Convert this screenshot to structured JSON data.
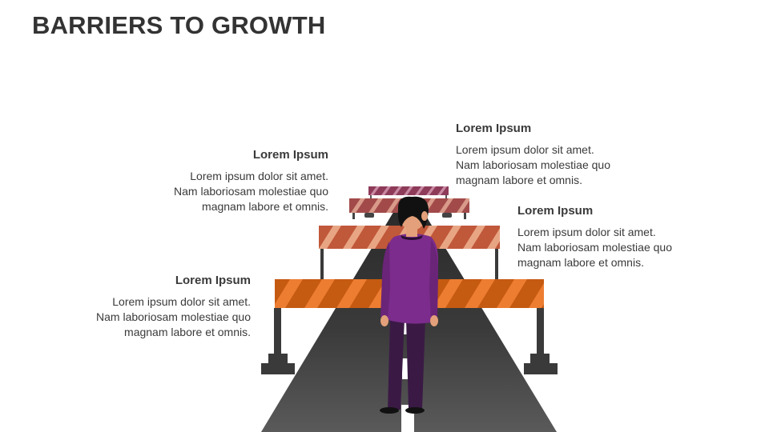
{
  "title": "BARRIERS TO GROWTH",
  "colors": {
    "orange": "#ED7D31",
    "dark_orange": "#C55A11",
    "road": "#3B3B3B",
    "suit": "#7B2C8C",
    "text": "#3A3A3A"
  },
  "blocks": [
    {
      "heading": "Lorem Ipsum",
      "lines": [
        "Lorem ipsum dolor sit amet.",
        "Nam laboriosam molestiae quo",
        "magnam labore et omnis."
      ]
    },
    {
      "heading": "Lorem Ipsum",
      "lines": [
        "Lorem ipsum dolor sit amet.",
        "Nam laboriosam molestiae quo",
        "magnam labore et omnis."
      ]
    },
    {
      "heading": "Lorem Ipsum",
      "lines": [
        "Lorem ipsum dolor sit amet.",
        "Nam laboriosam molestiae quo",
        "magnam labore et omnis."
      ]
    },
    {
      "heading": "Lorem Ipsum",
      "lines": [
        "Lorem ipsum dolor sit amet.",
        "Nam laboriosam molestiae quo",
        "magnam labore et omnis."
      ]
    }
  ]
}
